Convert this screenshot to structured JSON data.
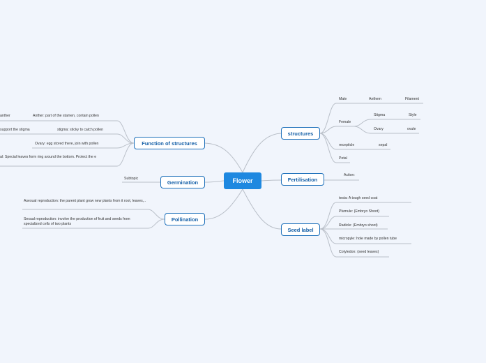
{
  "central": "Flower",
  "topics": {
    "structures": "structures",
    "fertilisation": "Fertilisation",
    "seed_label": "Seed label",
    "function": "Function of structures",
    "germination": "Germination",
    "pollination": "Pollination"
  },
  "structures": {
    "male": "Male",
    "anthem": "Anthem",
    "filament": "Filament",
    "female": "Female",
    "stigma": "Stigma",
    "style": "Style",
    "ovary": "Ovary",
    "ovule": "ovule",
    "receptacle": "recepticle",
    "sepal": "sepal",
    "petal": "Petal"
  },
  "fertilisation": {
    "action": "Action:"
  },
  "seed_label": {
    "items": [
      "testa: A tough seed coat",
      "Plumule: (Embryo Shoot)",
      "Radicle: (Embryo shoot)",
      "micropyle: hole made by pollen tube",
      "Cotyledon: (seed leaves)"
    ]
  },
  "function": {
    "anther_left": "anther",
    "anther": "Anther: part of the stamen, contain pollen",
    "stigma_left": "support the stigma",
    "stigma": "stigma: sticky to catch pollen",
    "ovary": "Ovary: egg stored there, join with pollen",
    "petal": "al: Special leaves form ring around the bottom. Protect the e"
  },
  "germination": {
    "subtopic": "Subtopic"
  },
  "pollination": {
    "asexual": "Asexual reproduction: the parent plant grow new plants from it root, leaves,..",
    "sexual": "Sexual reproduction: involve the production of fruit and seeds from specialized cells of two plants"
  },
  "colors": {
    "central": "#1e88e0",
    "border": "#1c6fba",
    "connector": "#b9bfc8",
    "background": "#f1f5fc"
  }
}
